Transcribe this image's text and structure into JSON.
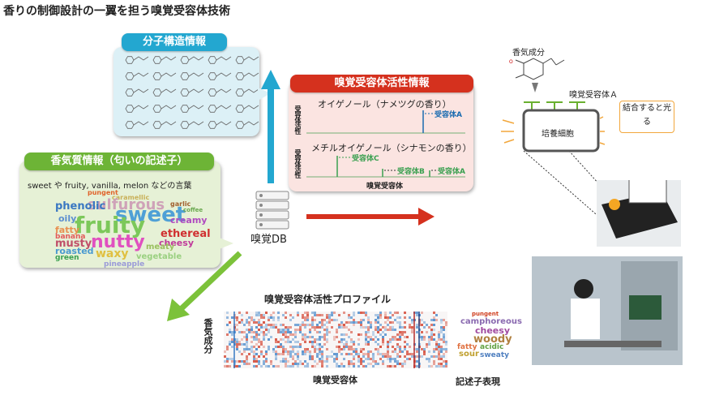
{
  "title": "香りの制御設計の一翼を担う嗅覚受容体技術",
  "molecule_panel": {
    "header": "分子構造情報"
  },
  "descriptor_panel": {
    "header": "香気質情報（匂いの記述子）",
    "caption": "sweet や fruity, vanilla, melon などの言葉",
    "words": [
      {
        "text": "pungent",
        "color": "#e0632a"
      },
      {
        "text": "caramellic",
        "color": "#c9b15a"
      },
      {
        "text": "sulfurous",
        "color": "#cfa2b8"
      },
      {
        "text": "phenolic",
        "color": "#3a78c2"
      },
      {
        "text": "sweet",
        "color": "#4fa0d6"
      },
      {
        "text": "garlic",
        "color": "#a06030"
      },
      {
        "text": "coffee",
        "color": "#6aa84f"
      },
      {
        "text": "oily",
        "color": "#5c8fd0"
      },
      {
        "text": "fruity",
        "color": "#7cc85a"
      },
      {
        "text": "creamy",
        "color": "#b04ac0"
      },
      {
        "text": "fatty",
        "color": "#e89050"
      },
      {
        "text": "banana",
        "color": "#e35a5a"
      },
      {
        "text": "ethereal",
        "color": "#d03030"
      },
      {
        "text": "musty",
        "color": "#c0506a"
      },
      {
        "text": "nutty",
        "color": "#e050c0"
      },
      {
        "text": "cheesy",
        "color": "#c03a9a"
      },
      {
        "text": "meaty",
        "color": "#9bc060"
      },
      {
        "text": "roasted",
        "color": "#4a9ad0"
      },
      {
        "text": "waxy",
        "color": "#e0c040"
      },
      {
        "text": "green",
        "color": "#3aa050"
      },
      {
        "text": "vegetable",
        "color": "#9ad080"
      },
      {
        "text": "pineapple",
        "color": "#9a9ad8"
      }
    ]
  },
  "activity_panel": {
    "header": "嗅覚受容体活性情報",
    "compound1": "オイゲノール（ナメツグの香り）",
    "compound2": "メチルオイゲノール（シナモンの香り）",
    "axis_y": "受容体活性",
    "axis_x": "嗅覚受容体",
    "peak_a": "受容体A",
    "peak_b": "受容体B",
    "peak_c": "受容体C"
  },
  "db_label": "嗅覚DB",
  "profile": {
    "title": "嗅覚受容体活性プロファイル",
    "y_label": "香気成分",
    "x_label": "嗅覚受容体",
    "cloud_label": "記述子表現",
    "cloud_words": [
      {
        "text": "pungent",
        "color": "#d04020"
      },
      {
        "text": "camphoreous",
        "color": "#8a6ab0"
      },
      {
        "text": "cheesy",
        "color": "#a04aa0"
      },
      {
        "text": "woody",
        "color": "#b08040"
      },
      {
        "text": "fatty",
        "color": "#e07040"
      },
      {
        "text": "acidic",
        "color": "#60a040"
      },
      {
        "text": "sour",
        "color": "#c0a030"
      },
      {
        "text": "sweaty",
        "color": "#5080c0"
      }
    ]
  },
  "cell_panel": {
    "compound_label": "香気成分",
    "receptor_label": "嗅覚受容体Ａ",
    "cell_label": "培養細胞",
    "note": "結合すると光る"
  },
  "colors": {
    "blue": "#23a7d0",
    "green": "#6db436",
    "red": "#d5311e"
  }
}
